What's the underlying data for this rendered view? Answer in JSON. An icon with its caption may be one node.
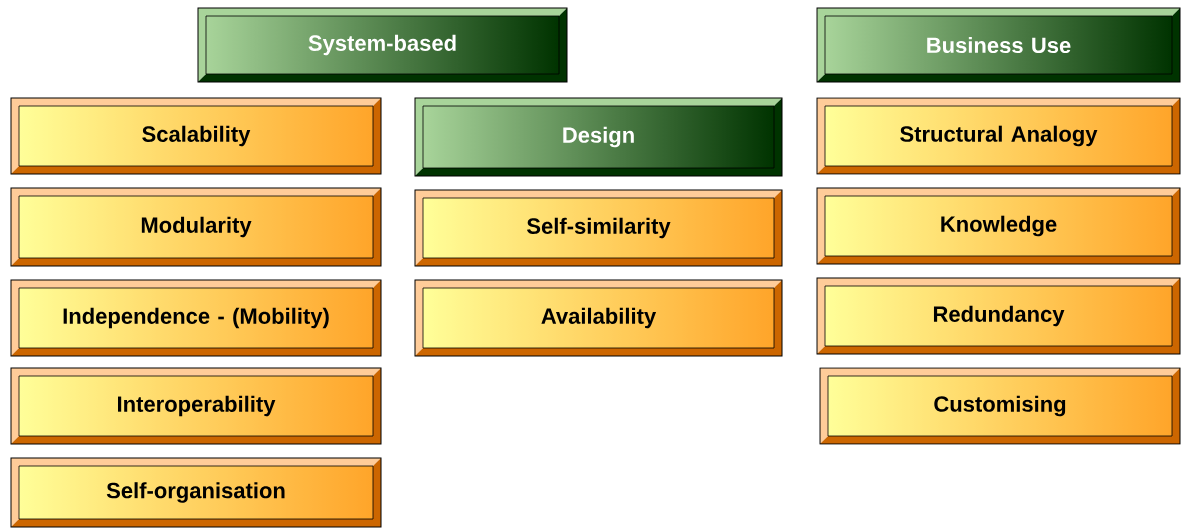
{
  "diagram": {
    "nodes": [
      {
        "text": [
          "System-based"
        ]
      },
      {
        "text": [
          "Scalability"
        ]
      },
      {
        "text": [
          "Modularity"
        ]
      },
      {
        "text": [
          "Independence - (Mobility)"
        ]
      },
      {
        "text": [
          "Interoperability"
        ]
      },
      {
        "text": [
          "Self-organisation"
        ]
      },
      {
        "text": [
          "Design"
        ]
      },
      {
        "text": [
          "Self-similarity"
        ]
      },
      {
        "text": [
          "Availability"
        ]
      },
      {
        "text": [
          "Business Use"
        ]
      },
      {
        "text": [
          "Structural Analogy"
        ]
      },
      {
        "text": [
          "Knowledge"
        ]
      },
      {
        "text": [
          "Redundancy"
        ]
      },
      {
        "text": [
          "Customising"
        ]
      }
    ]
  }
}
